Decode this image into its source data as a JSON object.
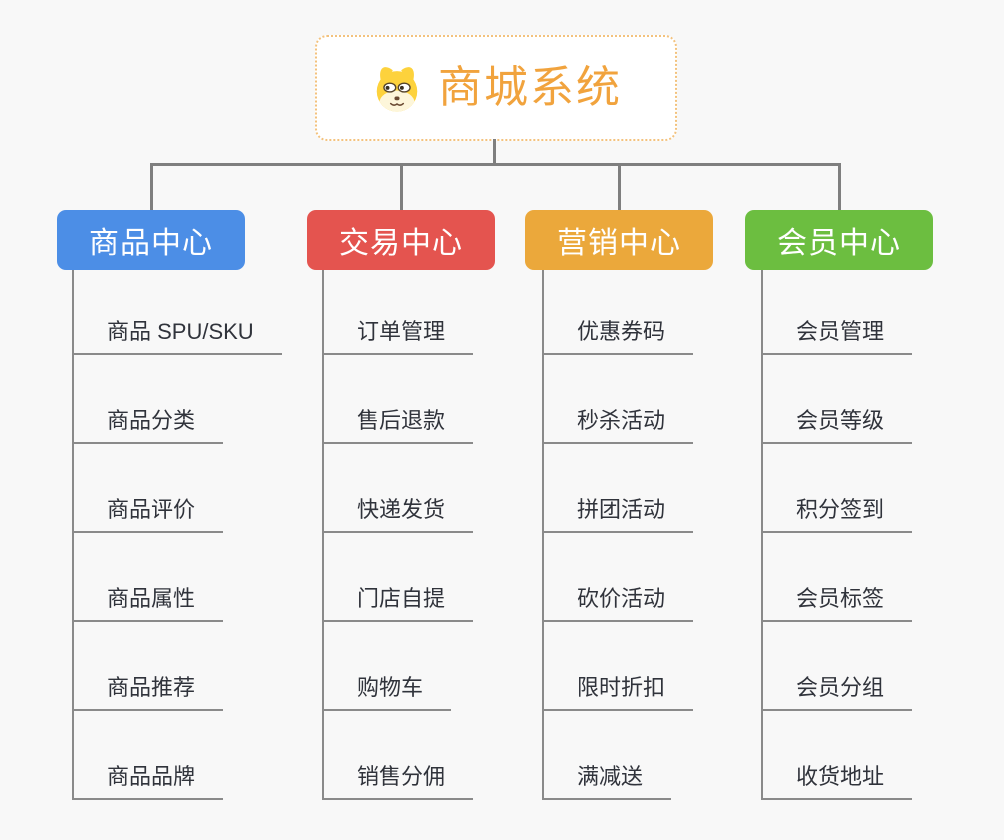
{
  "root": {
    "title": "商城系统",
    "title_color": "#f1a33d",
    "icon": "shiba-dog-face-icon",
    "border_color": "#f3c27d"
  },
  "lines": {
    "color": "#7f7f7f"
  },
  "branches": [
    {
      "label": "商品中心",
      "color": "#4c8ee6",
      "items": [
        "商品 SPU/SKU",
        "商品分类",
        "商品评价",
        "商品属性",
        "商品推荐",
        "商品品牌"
      ]
    },
    {
      "label": "交易中心",
      "color": "#e4544f",
      "items": [
        "订单管理",
        "售后退款",
        "快递发货",
        "门店自提",
        "购物车",
        "销售分佣"
      ]
    },
    {
      "label": "营销中心",
      "color": "#eba83b",
      "items": [
        "优惠券码",
        "秒杀活动",
        "拼团活动",
        "砍价活动",
        "限时折扣",
        "满减送"
      ]
    },
    {
      "label": "会员中心",
      "color": "#6cbe40",
      "items": [
        "会员管理",
        "会员等级",
        "积分签到",
        "会员标签",
        "会员分组",
        "收货地址"
      ]
    }
  ]
}
